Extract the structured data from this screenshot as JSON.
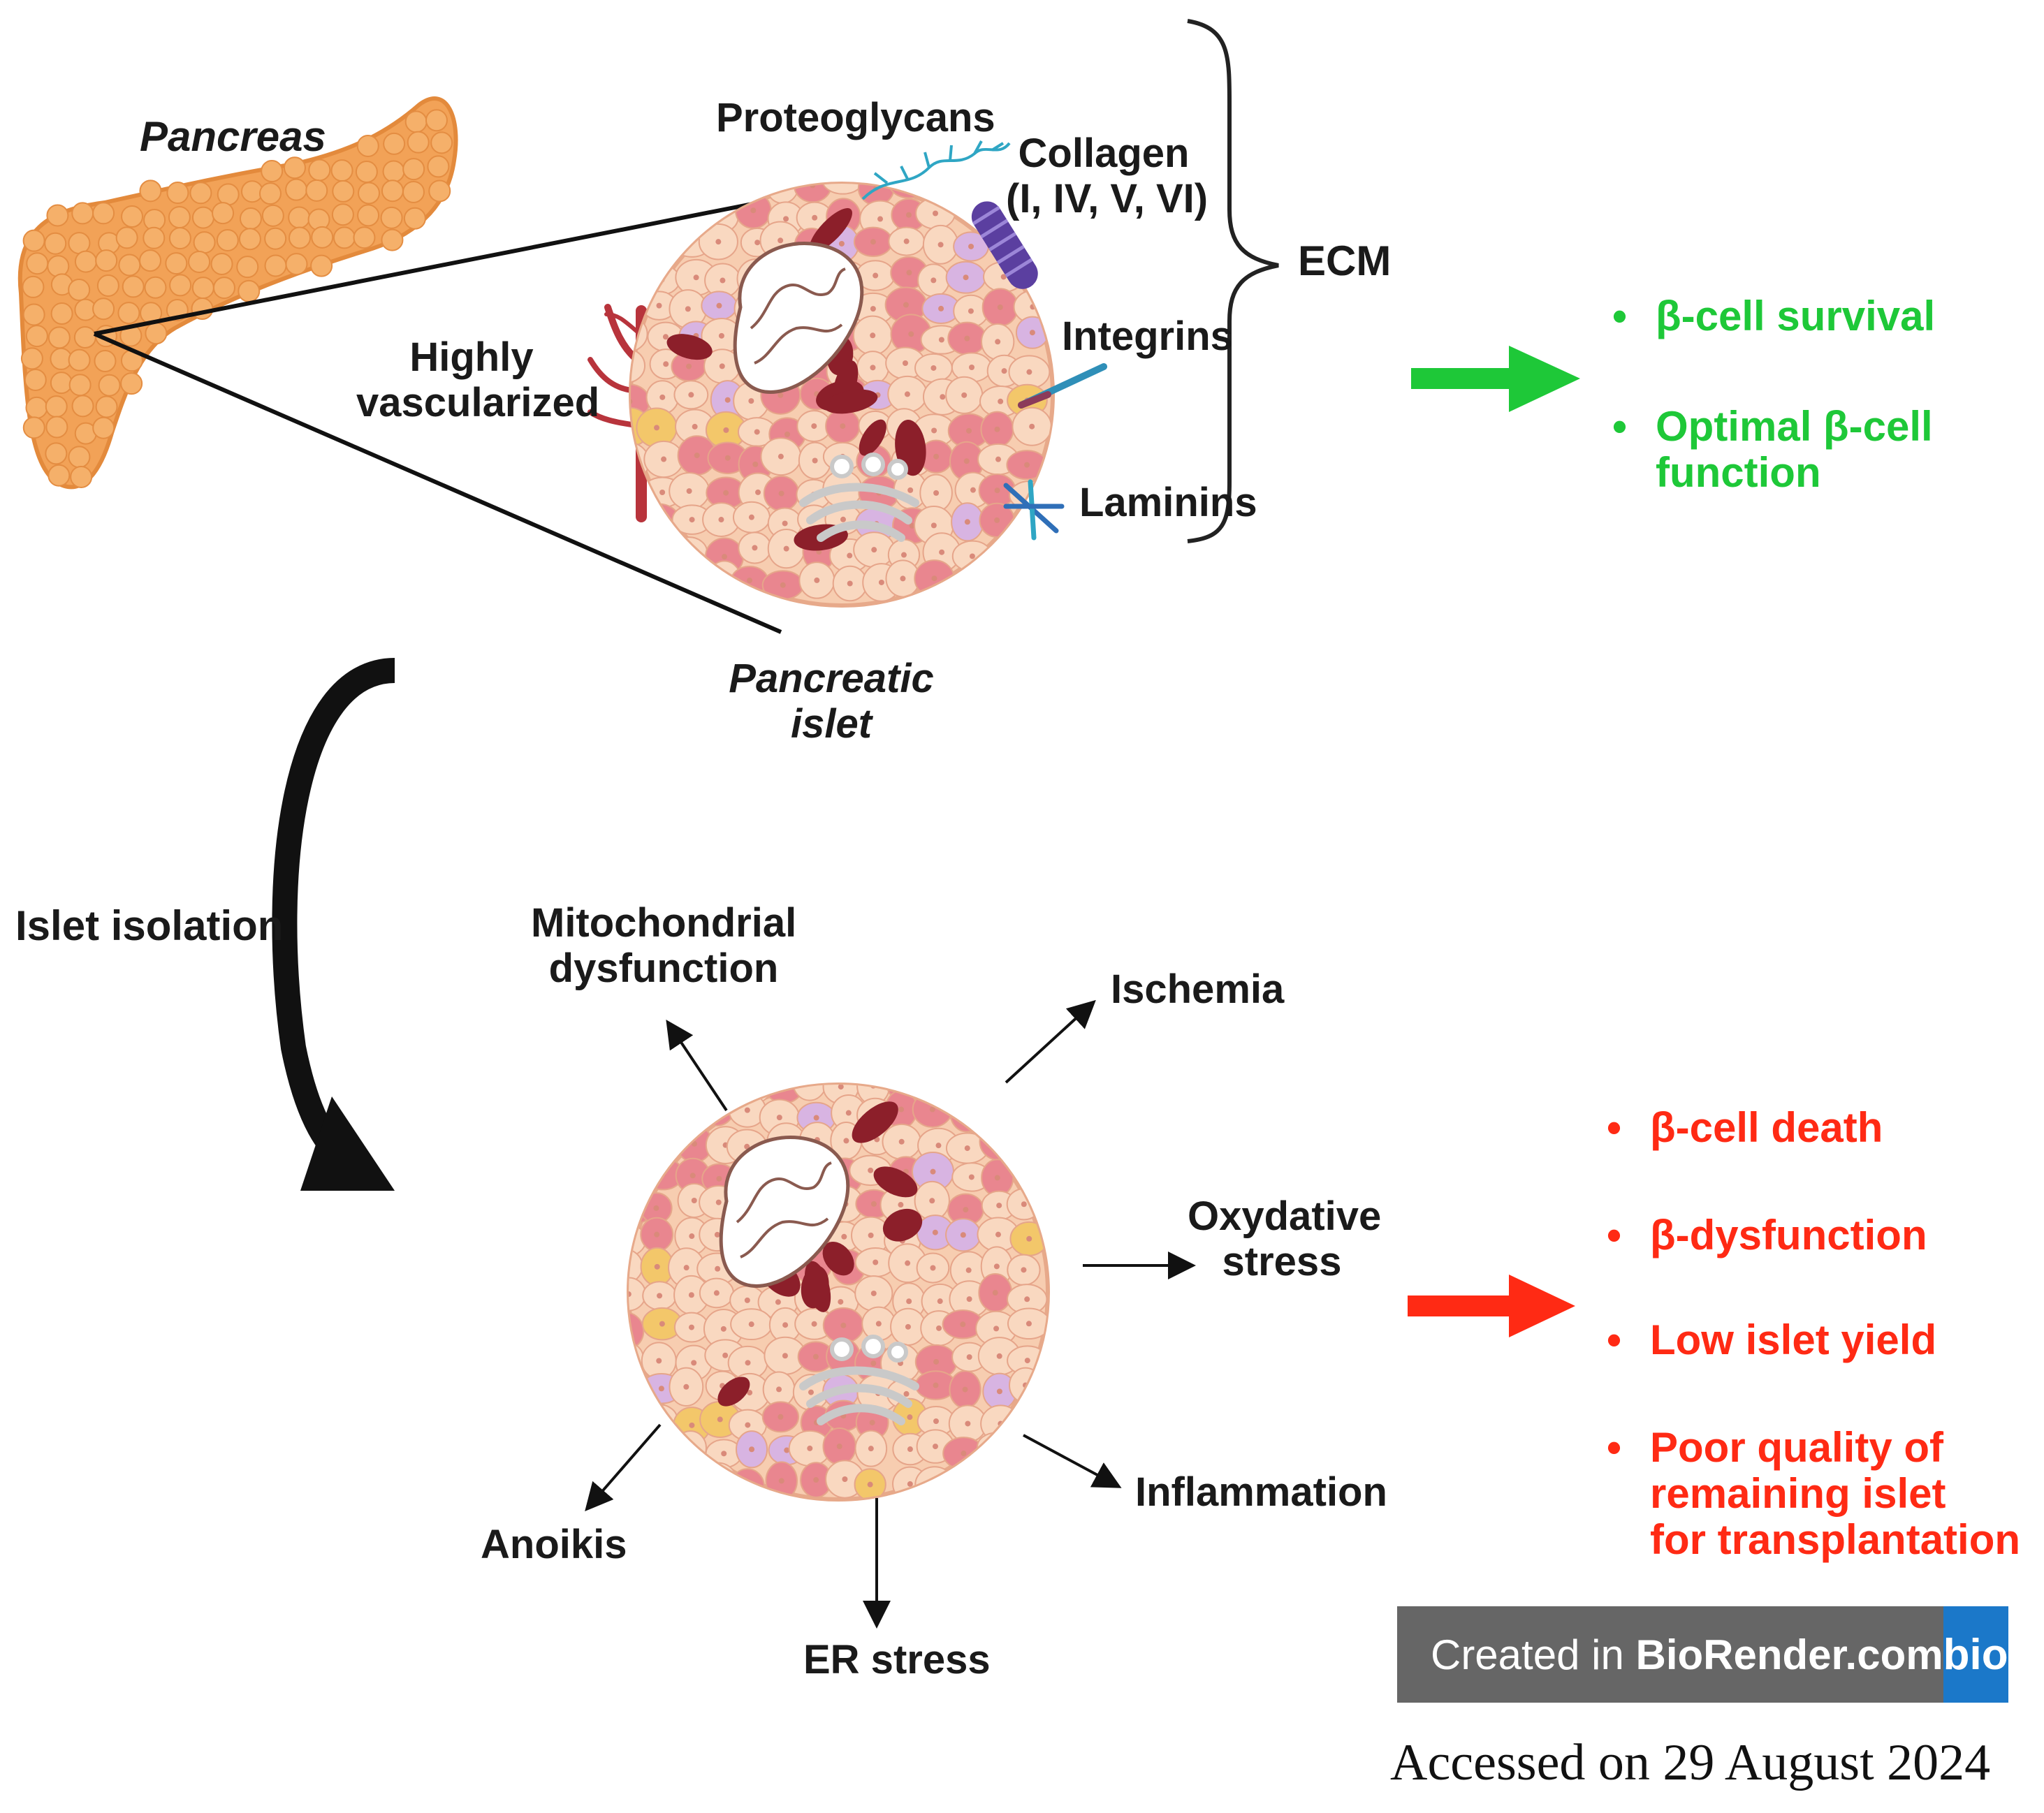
{
  "colors": {
    "pancreas": "#f2a257",
    "islet_base": "#f7cdb0",
    "cell_pink": "#e9868f",
    "cell_dark": "#8c1f2a",
    "cell_lilac": "#d8b4e2",
    "cell_yellow": "#f3c76a",
    "vessel": "#b8343c",
    "arrow_black": "#111111",
    "positive": "#1ec838",
    "negative": "#ff2a14",
    "badge_grey": "#666666",
    "badge_blue": "#1b78c9"
  },
  "top": {
    "pancreas_label": "Pancreas",
    "proteoglycans": "Proteoglycans",
    "collagen_line1": "Collagen",
    "collagen_line2": "(I, IV, V, VI)",
    "ecm": "ECM",
    "integrins": "Integrins",
    "laminins": "Laminins",
    "vasc_line1": "Highly",
    "vasc_line2": "vascularized",
    "islet_line1": "Pancreatic",
    "islet_line2": "islet"
  },
  "outcomes_positive": [
    {
      "lines": [
        "β-cell survival"
      ]
    },
    {
      "lines": [
        "Optimal β-cell",
        "function"
      ]
    }
  ],
  "isolation": {
    "label": "Islet isolation"
  },
  "stress": {
    "mito_line1": "Mitochondrial",
    "mito_line2": "dysfunction",
    "ischemia": "Ischemia",
    "oxy_line1": "Oxydative",
    "oxy_line2": "stress",
    "inflammation": "Inflammation",
    "er_stress": "ER stress",
    "anoikis": "Anoikis"
  },
  "outcomes_negative": [
    {
      "lines": [
        "β-cell death"
      ]
    },
    {
      "lines": [
        "β-dysfunction"
      ]
    },
    {
      "lines": [
        "Low islet yield"
      ]
    },
    {
      "lines": [
        "Poor quality of",
        "remaining islet",
        "for transplantation"
      ]
    }
  ],
  "badge": {
    "prefix": "Created in ",
    "brand": "BioRender.com",
    "logo_text": "bio"
  },
  "footer": {
    "accessed": "Accessed on 29 August  2024"
  }
}
